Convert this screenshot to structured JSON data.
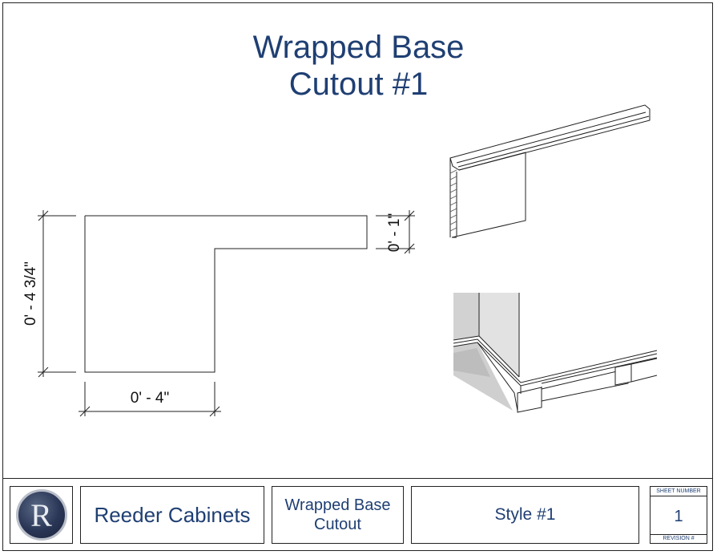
{
  "sheet": {
    "title_line1": "Wrapped Base",
    "title_line2": "Cutout #1"
  },
  "dimensions": {
    "height": "0' - 4 3/4\"",
    "width": "0' - 4\"",
    "lip": "0' - 1\""
  },
  "title_block": {
    "logo_letter": "R",
    "company": "Reeder Cabinets",
    "drawing_name_line1": "Wrapped Base",
    "drawing_name_line2": "Cutout",
    "style": "Style #1",
    "sheet_number_label": "SHEET NUMBER",
    "sheet_number": "1",
    "revision_label": "REVISION #"
  },
  "colors": {
    "accent": "#1f3f73",
    "line": "#222222"
  }
}
